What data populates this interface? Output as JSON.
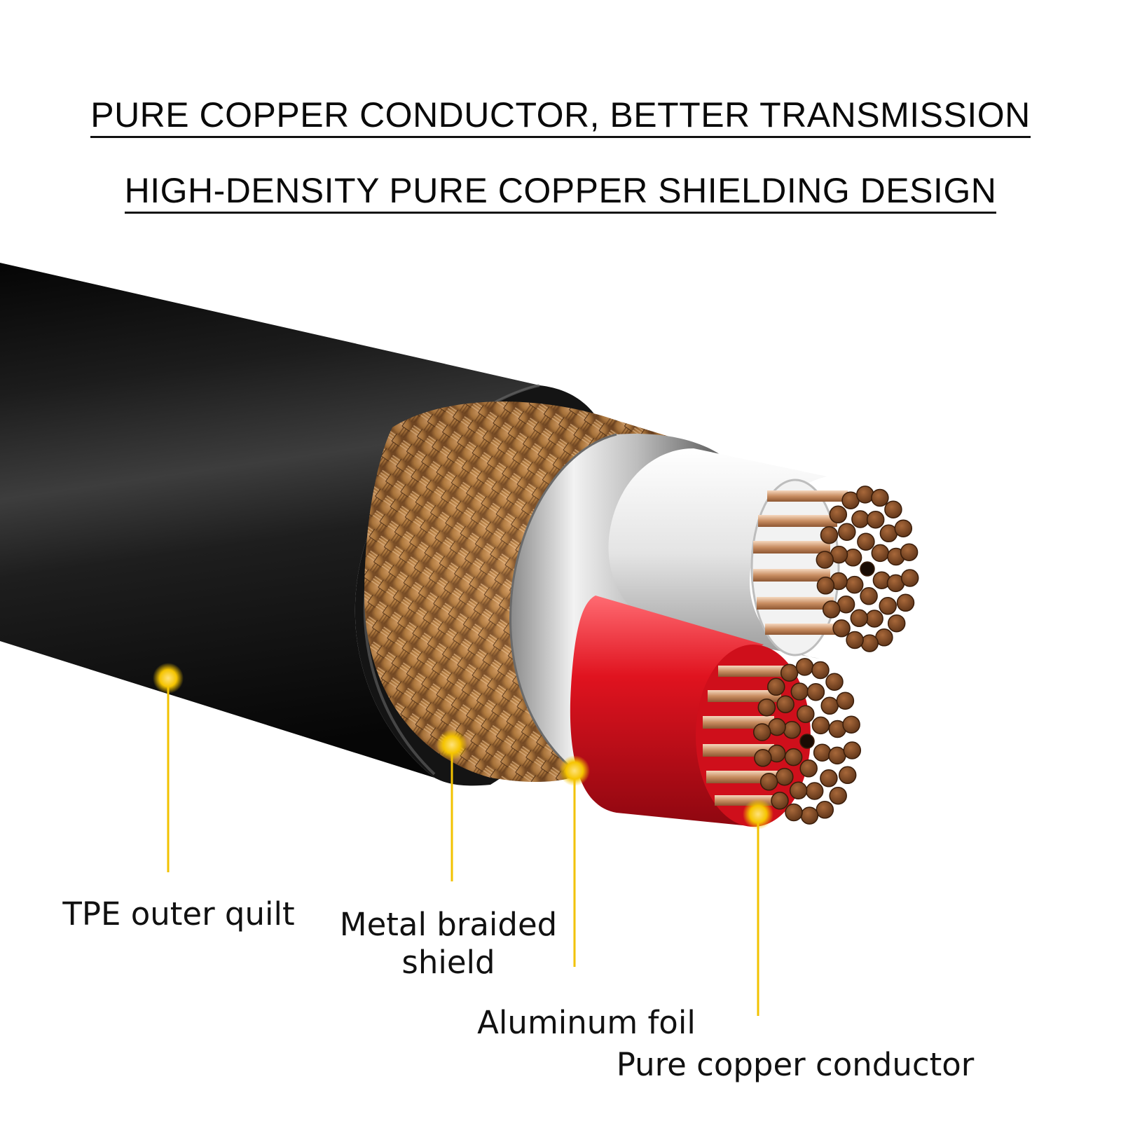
{
  "headlines": {
    "line1": "PURE COPPER CONDUCTOR, BETTER TRANSMISSION",
    "line2": "HIGH-DENSITY PURE COPPER SHIELDING DESIGN"
  },
  "callouts": {
    "tpe": "TPE outer quilt",
    "braid": "Metal braided\nshield",
    "foil": "Aluminum foil",
    "copper": "Pure copper conductor"
  },
  "colors": {
    "jacket": "#1a1a1a",
    "braid": "#b07a3e",
    "foil": "#d9d9d9",
    "red_insulation": "#d4101c",
    "copper_strand": "#7a4a28",
    "callout_dot": "#f5c400",
    "callout_line": "#f2c200"
  }
}
